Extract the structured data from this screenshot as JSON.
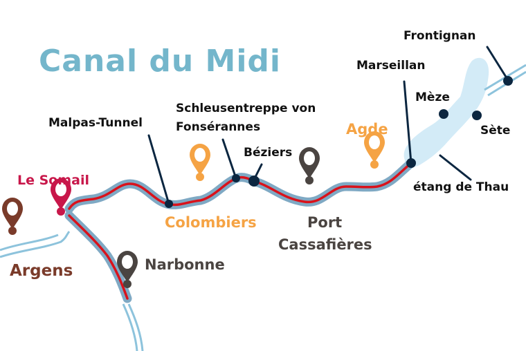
{
  "title": "Canal du Midi",
  "colors": {
    "title": "#74b6cb",
    "canal_red": "#d9121b",
    "canal_halo": "#7fa9c4",
    "water": "#8dc3dc",
    "lagoon": "#d3ebf7",
    "marker_dot": "#0b2640",
    "argens": "#7a3b2a",
    "le_somail": "#c8174a",
    "narbonne": "#4a4441",
    "colombiers": "#f5a344",
    "port_cassafieres": "#4a4441",
    "agde": "#f5a344"
  },
  "towns": [
    {
      "id": "argens",
      "label": "Argens",
      "color": "#7a3b2a",
      "pin": [
        18,
        338
      ]
    },
    {
      "id": "le-somail",
      "label": "Le Somail",
      "color": "#c8174a",
      "pin": [
        88,
        310
      ]
    },
    {
      "id": "narbonne",
      "label": "Narbonne",
      "color": "#4a4441",
      "pin": [
        184,
        415
      ]
    },
    {
      "id": "colombiers",
      "label": "Colombiers",
      "color": "#f5a344",
      "pin": [
        289,
        260
      ]
    },
    {
      "id": "port-cassafieres",
      "label": "Port Cassafières",
      "label_line1": "Port",
      "label_line2": "Cassafières",
      "color": "#4a4441",
      "pin": [
        447,
        265
      ]
    },
    {
      "id": "agde",
      "label": "Agde",
      "color": "#f5a344",
      "pin": [
        541,
        242
      ]
    }
  ],
  "points_of_interest": [
    {
      "id": "malpas-tunnel",
      "label": "Malpas-Tunnel"
    },
    {
      "id": "fonserannes",
      "label_line1": "Schleusentreppe von",
      "label_line2": "Fonsérannes"
    },
    {
      "id": "beziers",
      "label": "Béziers"
    },
    {
      "id": "marseillan",
      "label": "Marseillan"
    },
    {
      "id": "meze",
      "label": "Mèze"
    },
    {
      "id": "sete",
      "label": "Sète"
    },
    {
      "id": "frontignan",
      "label": "Frontignan"
    },
    {
      "id": "etang-de-thau",
      "label": "étang de Thau"
    }
  ]
}
